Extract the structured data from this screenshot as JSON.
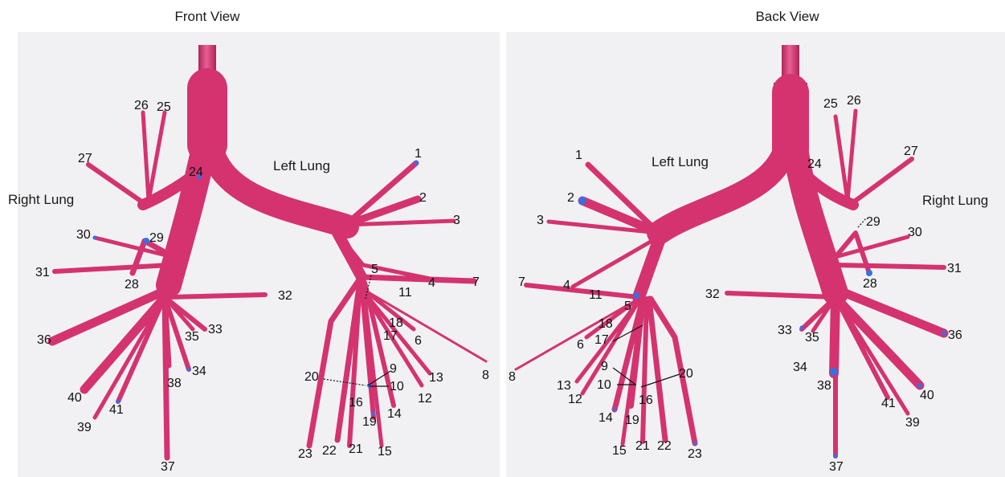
{
  "colors": {
    "airway": "#d4336f",
    "airway_dark": "#b0245a",
    "airway_light": "#ea5f92",
    "tip": "#3a6fe0",
    "panel_bg": "#f1f1f3",
    "text": "#111111"
  },
  "front": {
    "title": "Front View",
    "right_lung": "Right Lung",
    "left_lung": "Left Lung",
    "labels": [
      "1",
      "2",
      "3",
      "4",
      "5",
      "6",
      "7",
      "8",
      "9",
      "10",
      "11",
      "12",
      "13",
      "14",
      "15",
      "16",
      "17",
      "18",
      "19",
      "20",
      "21",
      "22",
      "23",
      "24",
      "25",
      "26",
      "27",
      "28",
      "29",
      "30",
      "31",
      "32",
      "33",
      "34",
      "35",
      "36",
      "37",
      "38",
      "39",
      "40",
      "41"
    ]
  },
  "back": {
    "title": "Back View",
    "right_lung": "Right Lung",
    "left_lung": "Left Lung",
    "labels": [
      "1",
      "2",
      "3",
      "4",
      "5",
      "6",
      "7",
      "8",
      "9",
      "10",
      "11",
      "12",
      "13",
      "14",
      "15",
      "16",
      "17",
      "18",
      "19",
      "20",
      "21",
      "22",
      "23",
      "24",
      "25",
      "26",
      "27",
      "28",
      "29",
      "30",
      "31",
      "32",
      "33",
      "34",
      "35",
      "36",
      "37",
      "38",
      "39",
      "40",
      "41"
    ]
  }
}
